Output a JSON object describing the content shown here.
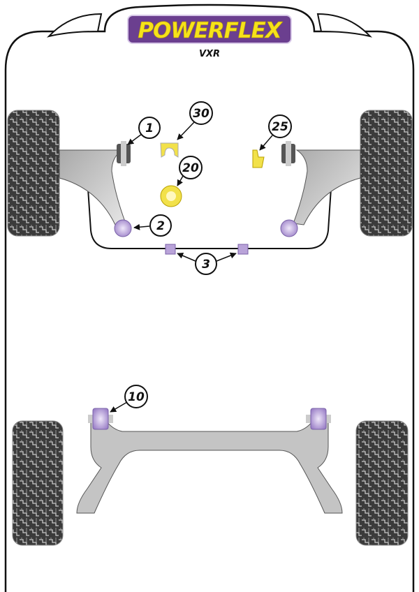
{
  "brand": {
    "name": "POWERFLEX",
    "model": "VXR"
  },
  "colors": {
    "logo_bg": "#6b3f8f",
    "logo_text": "#f6e21a",
    "bush_purple": "#b9a3d9",
    "bush_yellow": "#f2e14a",
    "tire": "#3b3b3b",
    "arm": "#c4c4c4"
  },
  "callouts": [
    {
      "id": "1"
    },
    {
      "id": "30"
    },
    {
      "id": "20"
    },
    {
      "id": "25"
    },
    {
      "id": "2"
    },
    {
      "id": "3"
    },
    {
      "id": "10"
    }
  ]
}
